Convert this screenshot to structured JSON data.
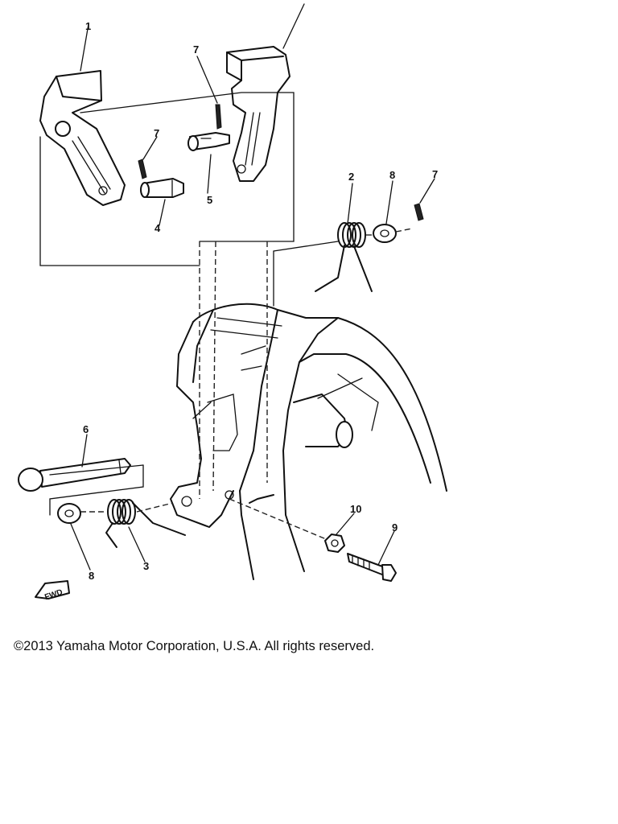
{
  "diagram": {
    "callouts": [
      "1",
      "7",
      "7",
      "5",
      "4",
      "2",
      "8",
      "7",
      "6",
      "10",
      "9",
      "8",
      "3"
    ],
    "direction_label": "FWD"
  },
  "footer": {
    "copyright": "©2013 Yamaha Motor Corporation, U.S.A. All rights reserved."
  }
}
